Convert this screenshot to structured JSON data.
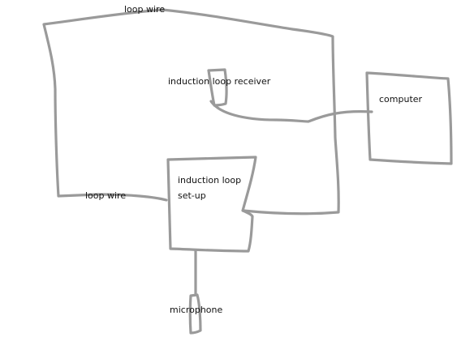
{
  "labels": {
    "loop_wire_top": "loop wire",
    "loop_wire_left": "loop wire",
    "receiver": "induction loop receiver",
    "computer": "computer",
    "setup_line1": "induction loop",
    "setup_line2": "set-up",
    "microphone": "microphone"
  },
  "colors": {
    "stroke": "#9a9a9a",
    "text": "#111111"
  }
}
